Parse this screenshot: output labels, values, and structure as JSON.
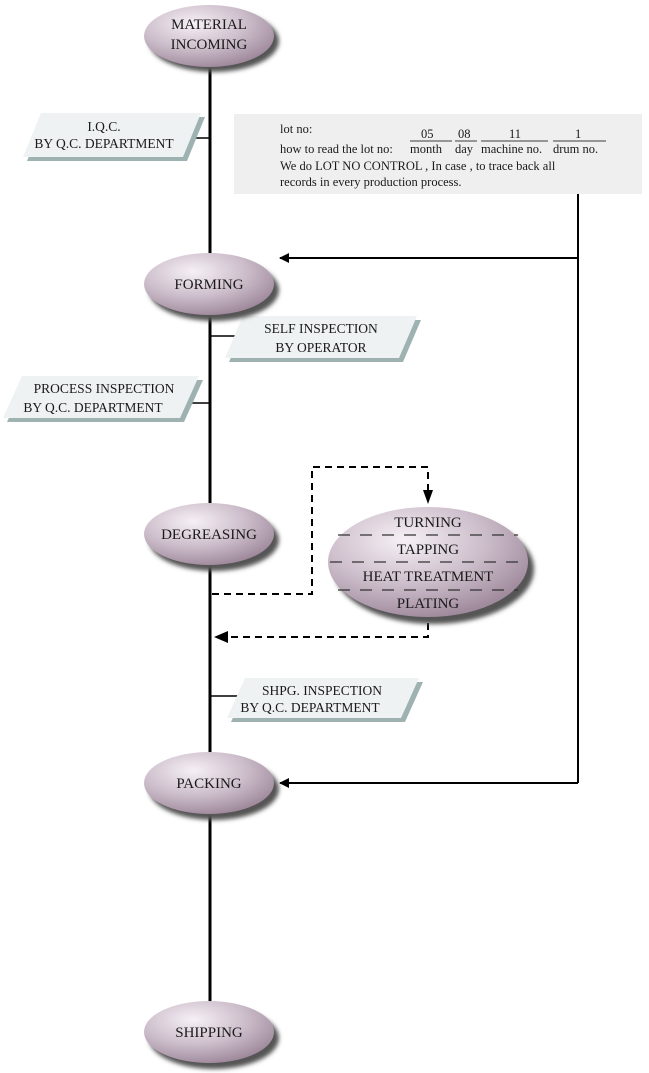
{
  "nodes": {
    "material": {
      "line1": "MATERIAL",
      "line2": "INCOMING"
    },
    "forming": {
      "label": "FORMING"
    },
    "degreasing": {
      "label": "DEGREASING"
    },
    "packing": {
      "label": "PACKING"
    },
    "shipping": {
      "label": "SHIPPING"
    },
    "secondary": {
      "items": [
        "TURNING",
        "TAPPING",
        "HEAT TREATMENT",
        "PLATING"
      ]
    }
  },
  "inspections": {
    "iqc": {
      "line1": "I.Q.C.",
      "line2": "BY Q.C. DEPARTMENT"
    },
    "self": {
      "line1": "SELF INSPECTION",
      "line2": "BY OPERATOR"
    },
    "process": {
      "line1": "PROCESS INSPECTION",
      "line2": "BY Q.C. DEPARTMENT"
    },
    "shipping": {
      "line1": "SHPG. INSPECTION",
      "line2": "BY Q.C. DEPARTMENT"
    }
  },
  "lot_note": {
    "title": "lot no:",
    "example": {
      "month_value": "05",
      "day_value": "08",
      "machine_value": "11",
      "drum_value": "1"
    },
    "how_to_read": "how to read the lot no:",
    "fields": {
      "month": "month",
      "day": "day",
      "machine": "machine no.",
      "drum": "drum no."
    },
    "line3": "We do  LOT NO  CONTROL , In case , to trace back all",
    "line4": "records in every production process."
  },
  "colors": {
    "node_fill_light": "#f4eef4",
    "node_fill_dark": "#a58fa2",
    "node_shadow": "#555555",
    "tag_fill": "#eef2f2",
    "tag_shadow": "#9fb2b2",
    "note_fill": "#efefef",
    "line": "#000000"
  }
}
